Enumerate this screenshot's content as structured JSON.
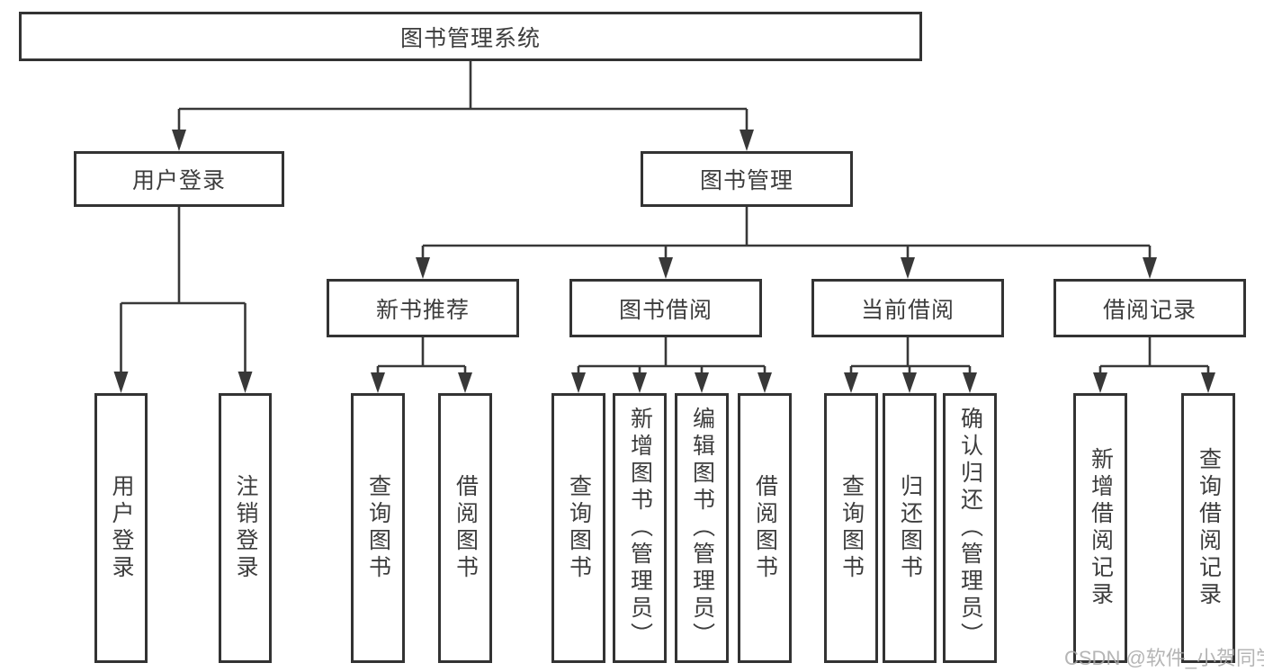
{
  "diagram": {
    "title": "图书管理系统",
    "nodes": [
      {
        "id": "root",
        "label": "图书管理系统",
        "parent": null
      },
      {
        "id": "user-login",
        "label": "用户登录",
        "parent": "root"
      },
      {
        "id": "book-management",
        "label": "图书管理",
        "parent": "root"
      },
      {
        "id": "new-book-recommend",
        "label": "新书推荐",
        "parent": "book-management"
      },
      {
        "id": "book-borrow",
        "label": "图书借阅",
        "parent": "book-management"
      },
      {
        "id": "current-borrow",
        "label": "当前借阅",
        "parent": "book-management"
      },
      {
        "id": "borrow-record",
        "label": "借阅记录",
        "parent": "book-management"
      },
      {
        "id": "user-login-action",
        "label": "用户登录",
        "parent": "user-login"
      },
      {
        "id": "logout-action",
        "label": "注销登录",
        "parent": "user-login"
      },
      {
        "id": "query-book-1",
        "label": "查询图书",
        "parent": "new-book-recommend"
      },
      {
        "id": "borrow-book-1",
        "label": "借阅图书",
        "parent": "new-book-recommend"
      },
      {
        "id": "query-book-2",
        "label": "查询图书",
        "parent": "book-borrow"
      },
      {
        "id": "add-book-admin",
        "label": "新增图书（管理员）",
        "parent": "book-borrow"
      },
      {
        "id": "edit-book-admin",
        "label": "编辑图书（管理员）",
        "parent": "book-borrow"
      },
      {
        "id": "borrow-book-2",
        "label": "借阅图书",
        "parent": "book-borrow"
      },
      {
        "id": "query-book-3",
        "label": "查询图书",
        "parent": "current-borrow"
      },
      {
        "id": "return-book",
        "label": "归还图书",
        "parent": "current-borrow"
      },
      {
        "id": "confirm-return-admin",
        "label": "确认归还（管理员）",
        "parent": "current-borrow"
      },
      {
        "id": "add-borrow-record",
        "label": "新增借阅记录",
        "parent": "borrow-record"
      },
      {
        "id": "query-borrow-record",
        "label": "查询借阅记录",
        "parent": "borrow-record"
      }
    ]
  },
  "watermark": {
    "text": "CSDN @软件_小贺同学"
  },
  "colors": {
    "line": "#383838",
    "box_border": "#333333",
    "box_background": "#ffffff",
    "text": "#3d3d3d",
    "watermark": "#a8a8a8"
  }
}
